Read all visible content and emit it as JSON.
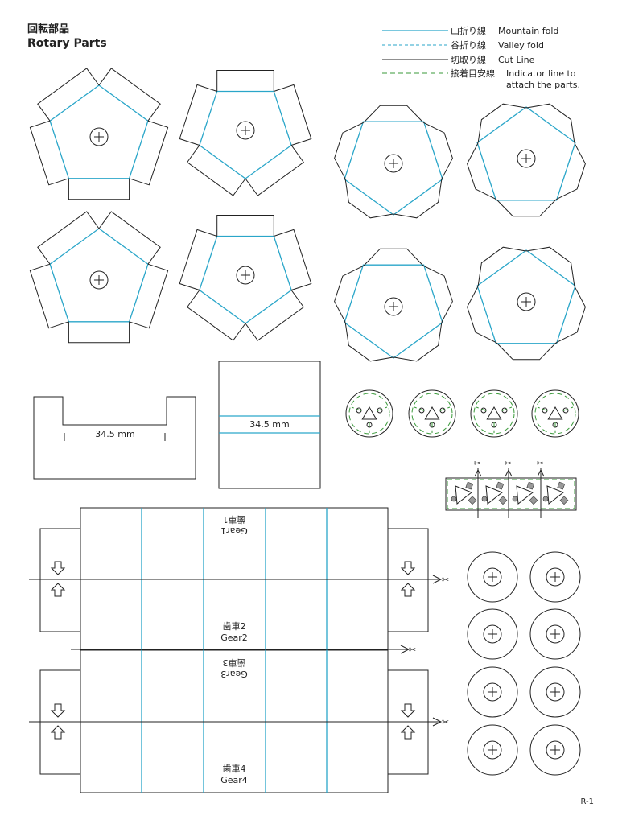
{
  "title": {
    "jp": "回転部品",
    "en": "Rotary Parts"
  },
  "legend": [
    {
      "jp": "山折り線",
      "en": "Mountain fold",
      "style": "mountain"
    },
    {
      "jp": "谷折り線",
      "en": "Valley fold",
      "style": "valley"
    },
    {
      "jp": "切取り線",
      "en": "Cut Line",
      "style": "cut"
    },
    {
      "jp": "接着目安線",
      "en": "Indicator line to",
      "en2": "attach the parts.",
      "style": "guide"
    }
  ],
  "dimensions": {
    "bracket": "34.5 mm",
    "rect": "34.5 mm"
  },
  "gears": {
    "gear1": {
      "jp": "歯車1",
      "en": "Gear1"
    },
    "gear2": {
      "jp": "歯車2",
      "en": "Gear2"
    },
    "gear3": {
      "jp": "歯車3",
      "en": "Gear3"
    },
    "gear4": {
      "jp": "歯車4",
      "en": "Gear4"
    }
  },
  "page_number": "R-1",
  "colors": {
    "mountain": "#2aa6c9",
    "cut": "#222222",
    "guide": "#3a9a3a"
  }
}
